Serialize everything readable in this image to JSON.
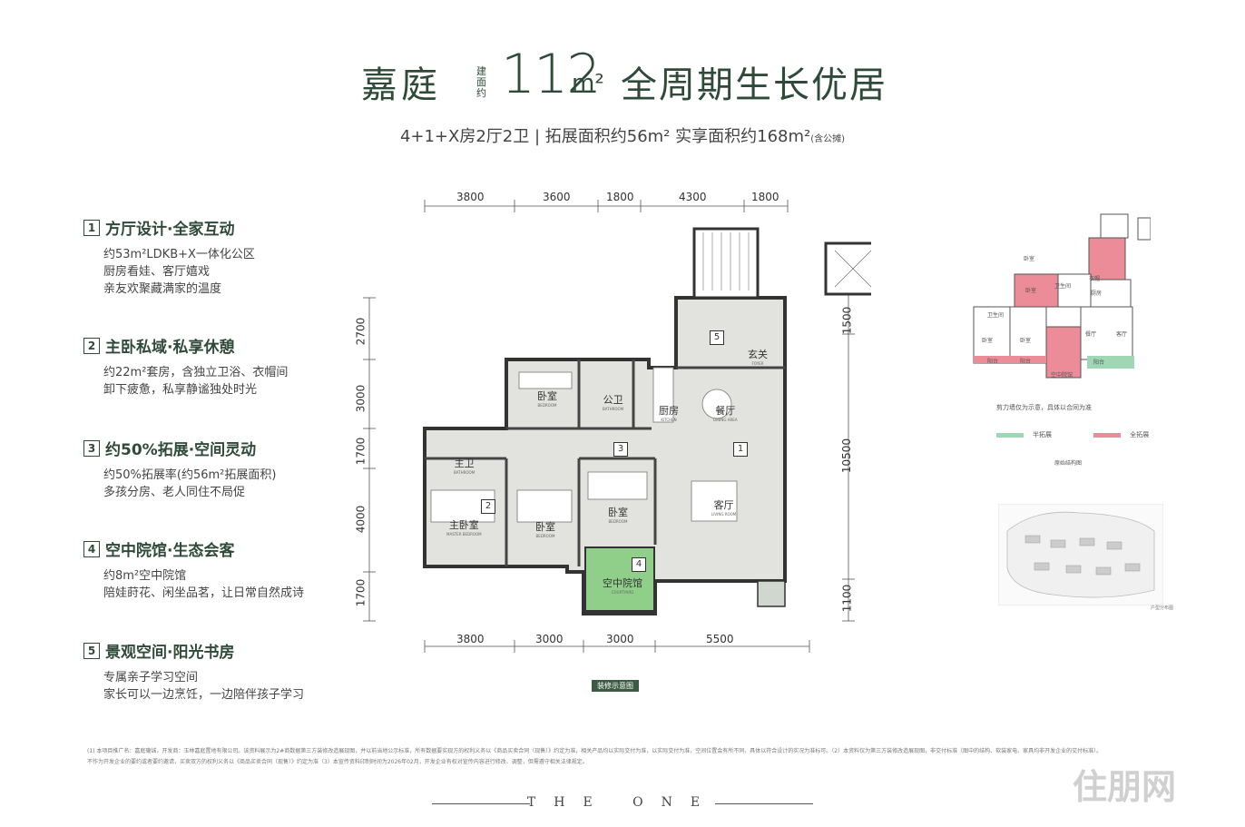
{
  "header": {
    "project": "嘉庭",
    "area_prefix": "建面约",
    "area_value": "112",
    "area_unit": "m²",
    "slogan": "全周期生长优居",
    "subtitle": "4+1+X房2厅2卫 | 拓展面积约56m² 实享面积约168m²",
    "subtitle_note": "(含公摊)"
  },
  "features": [
    {
      "num": "1",
      "title": "方厅设计·全家互动",
      "lines": [
        "约53m²LDKB+X一体化公区",
        "厨房看娃、客厅嬉戏",
        "亲友欢聚藏满家的温度"
      ]
    },
    {
      "num": "2",
      "title": "主卧私域·私享休憩",
      "lines": [
        "约22m²套房，含独立卫浴、衣帽间",
        "卸下疲惫，私享静谧独处时光"
      ]
    },
    {
      "num": "3",
      "title": "约50%拓展·空间灵动",
      "lines": [
        "约50%拓展率(约56m²拓展面积)",
        "多孩分房、老人同住不局促"
      ]
    },
    {
      "num": "4",
      "title": "空中院馆·生态会客",
      "lines": [
        "约8m²空中院馆",
        "陪娃莳花、闲坐品茗，让日常自然成诗"
      ]
    },
    {
      "num": "5",
      "title": "景观空间·阳光书房",
      "lines": [
        "专属亲子学习空间",
        "家长可以一边烹饪，一边陪伴孩子学习"
      ]
    }
  ],
  "plan": {
    "top_dims": [
      "3800",
      "3600",
      "1800",
      "4300",
      "1800"
    ],
    "bottom_dims": [
      "3800",
      "3000",
      "3000",
      "5500"
    ],
    "left_dims": [
      "2700",
      "3000",
      "1700",
      "4000",
      "1700"
    ],
    "right_dims": [
      "1500",
      "10500",
      "1100"
    ],
    "rooms": {
      "bedroom_top": {
        "cn": "卧室",
        "en": "BEDROOM"
      },
      "public_bath": {
        "cn": "公卫",
        "en": "BATHROOM"
      },
      "kitchen": {
        "cn": "厨房",
        "en": "KITCHEN"
      },
      "dining": {
        "cn": "餐厅",
        "en": "DINING AREA"
      },
      "foyer": {
        "cn": "玄关",
        "en": "FOYER"
      },
      "master_bath": {
        "cn": "主卫",
        "en": "BATHROOM"
      },
      "master_bed": {
        "cn": "主卧室",
        "en": "MASTER BEDROOM"
      },
      "bedroom_mid": {
        "cn": "卧室",
        "en": "BEDROOM"
      },
      "bedroom_right": {
        "cn": "卧室",
        "en": "BEDROOM"
      },
      "living": {
        "cn": "客厅",
        "en": "LIVING ROOM"
      },
      "courtyard": {
        "cn": "空中院馆",
        "en": "COURTYARD"
      }
    },
    "markers": [
      "1",
      "2",
      "3",
      "4",
      "5"
    ],
    "reno_tag": "装修示意图"
  },
  "key_plan": {
    "labels": [
      "卧室",
      "卧室",
      "卫生间",
      "厨房",
      "卧室",
      "卧室",
      "餐厅",
      "客厅",
      "卫生间",
      "衣帽",
      "空中院馆",
      "阳台",
      "阳台",
      "阳台"
    ],
    "note": "剪力墙仅为示意，具体以合同为准",
    "legend_half": "半拓展",
    "legend_full": "全拓展",
    "caption": "原始结构图",
    "half_color": "#9fd6b4",
    "full_color": "#ec8c98"
  },
  "site_plan": {
    "caption": "户型分布图"
  },
  "fine_print": [
    "(1) 本项目推广名：嘉庭瓏铖，开发商：玉林嘉庭置地有限公司。该资料展示为2#商数据第三方装修改造展现图，并以前当地公示标准，所有数据要实现方的权利义务以《商品买卖合同（现售）》约定为准，相关产品均以实际交付为准，以实际交付为准，空间位置会有所不同，具体以符合设计的实况为准标可。（2）本资料仅为第三方装修改造展现图，非交付标准（图中的结构、软装家电、家具均非开发企业的交付标准）。",
    "不作为开发企业的要约或者要约邀请，买卖双方的权利义务以《商品买卖合同（现售）》约定为准（3）本宣传资料印制时间为2026年02月，开发企业有权对宣传内容进行修改、调整，但需遵守相关法律规定。"
  ],
  "brand": "THE ONE",
  "watermark": "住朋网"
}
